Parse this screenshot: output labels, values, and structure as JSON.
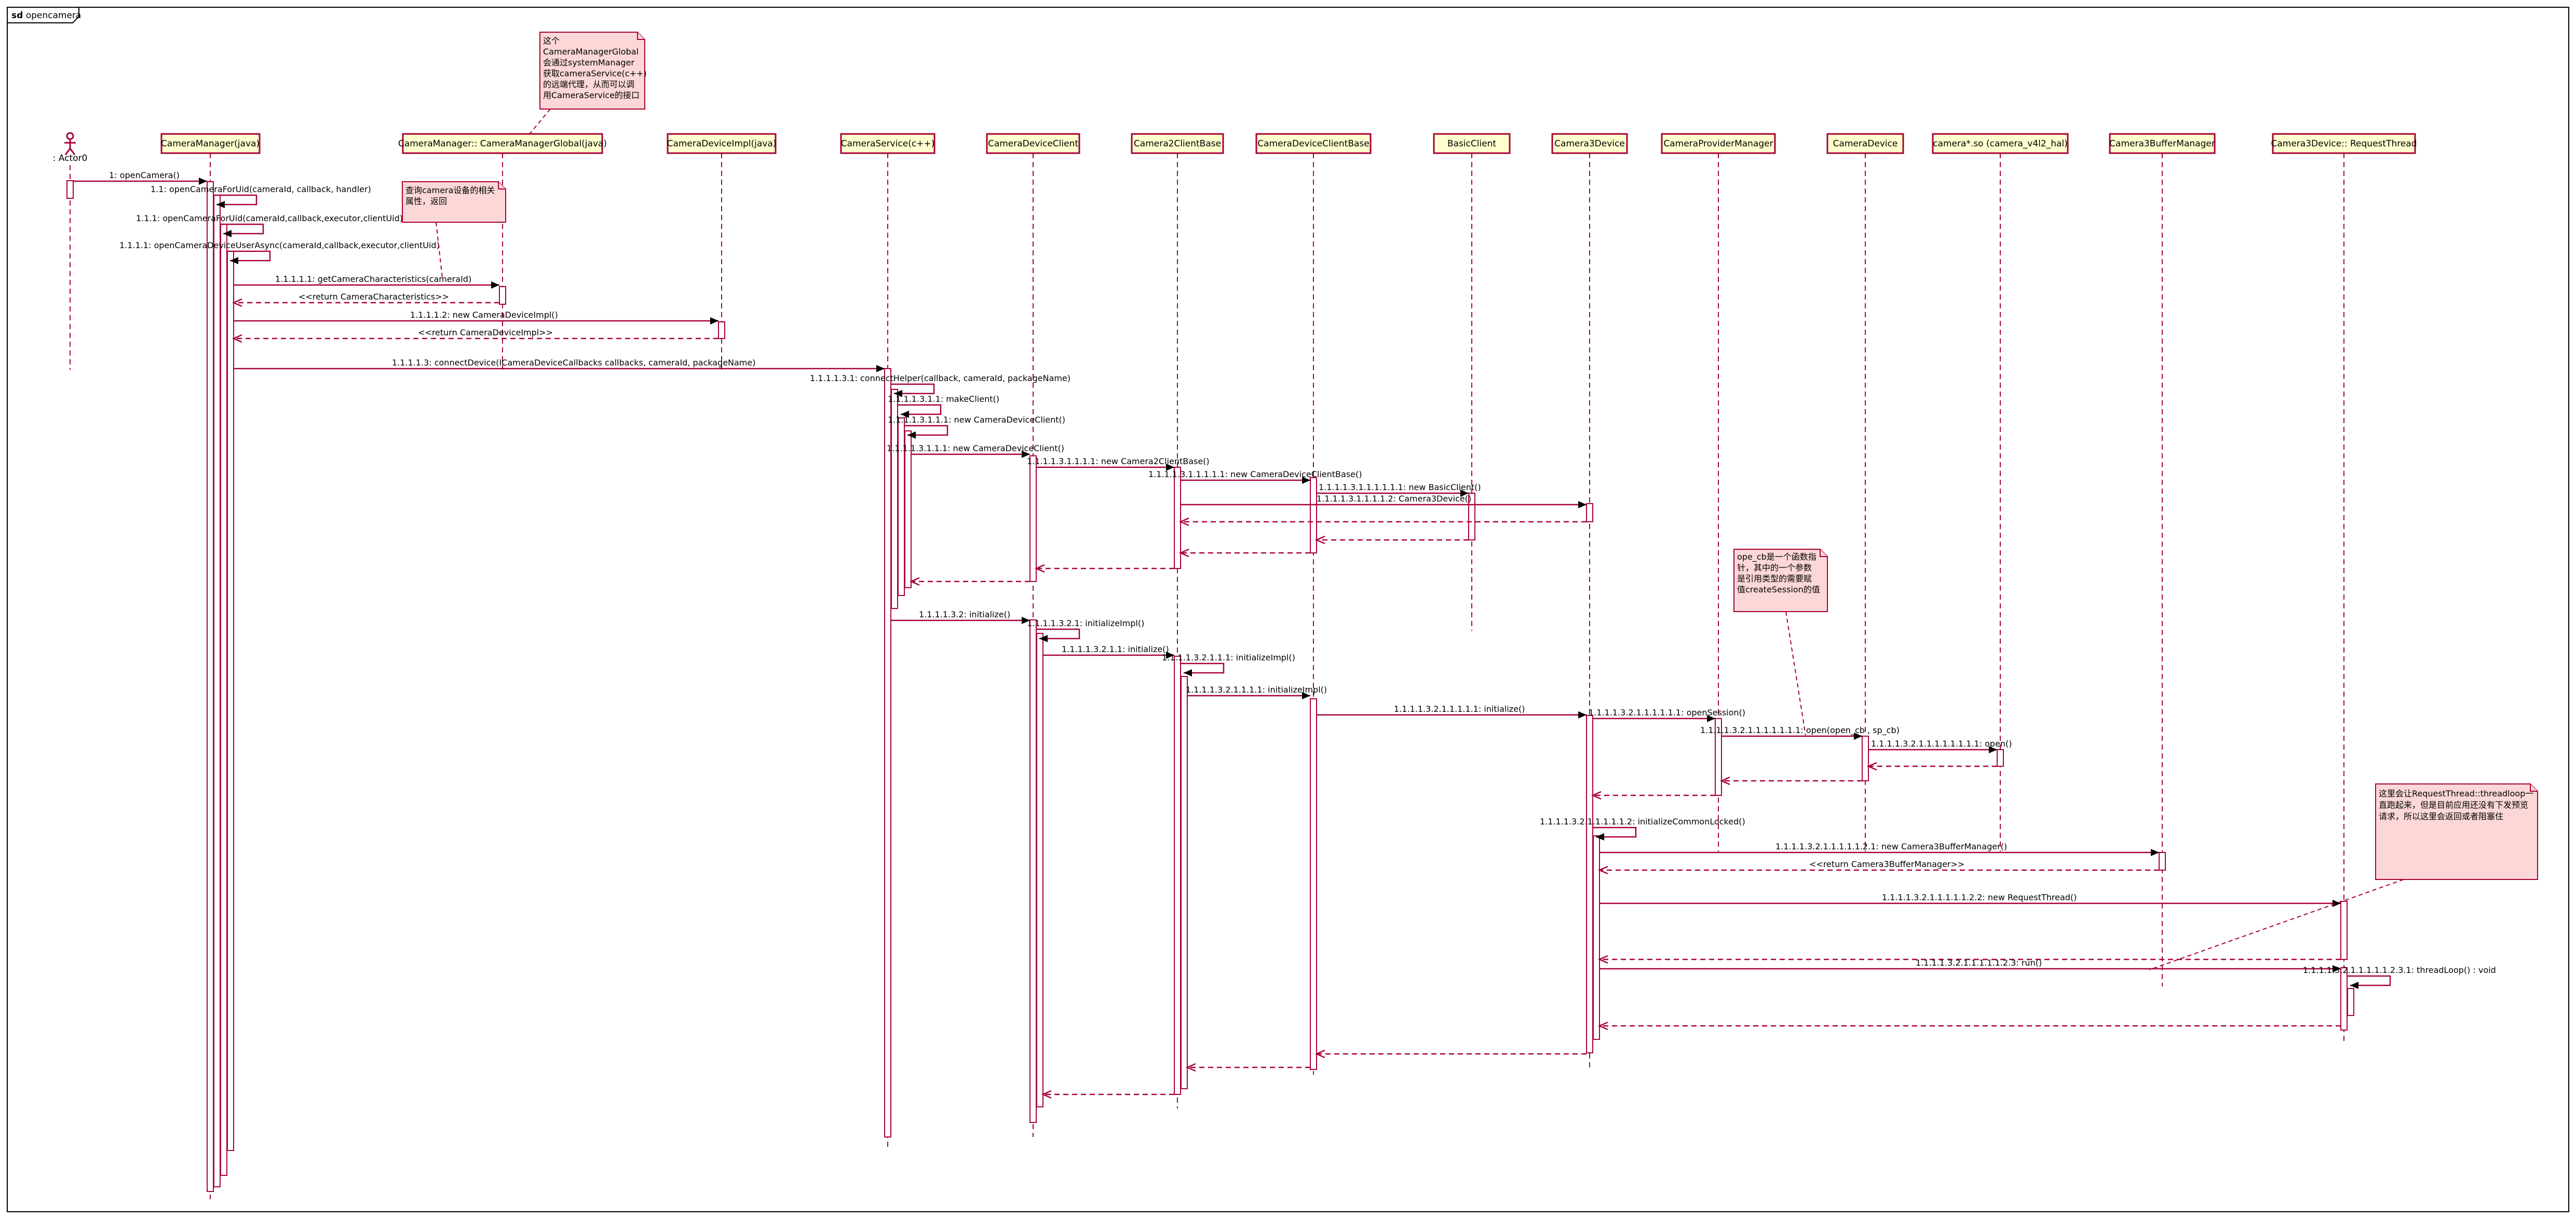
{
  "diagram": {
    "keyword": "sd",
    "name": "opencamera"
  },
  "actor": {
    "label": ": Actor0"
  },
  "participants": [
    {
      "id": "cmj",
      "label": "CameraManager(java)"
    },
    {
      "id": "cmg",
      "label": "CameraManager:: CameraManagerGlobal(java)"
    },
    {
      "id": "cdi",
      "label": "CameraDeviceImpl(java)"
    },
    {
      "id": "cs",
      "label": "CameraService(c++)"
    },
    {
      "id": "cdc",
      "label": "CameraDeviceClient"
    },
    {
      "id": "c2c",
      "label": "Camera2ClientBase"
    },
    {
      "id": "cdcb",
      "label": "CameraDeviceClientBase"
    },
    {
      "id": "bc",
      "label": "BasicClient"
    },
    {
      "id": "c3d",
      "label": "Camera3Device"
    },
    {
      "id": "cpm",
      "label": "CameraProviderManager"
    },
    {
      "id": "cd",
      "label": "CameraDevice"
    },
    {
      "id": "hal",
      "label": "camera*.so (camera_v4l2_hal)"
    },
    {
      "id": "c3bm",
      "label": "Camera3BufferManager"
    },
    {
      "id": "rt",
      "label": "Camera3Device:: RequestThread"
    }
  ],
  "messages": [
    "1: openCamera()",
    "1.1: openCameraForUid(cameraId, callback, handler)",
    "1.1.1: openCameraForUid(cameraId,callback,executor,clientUid)",
    "1.1.1.1: openCameraDeviceUserAsync(cameraId,callback,executor,clientUid)",
    "1.1.1.1.1: getCameraCharacteristics(cameraId)",
    "<<return CameraCharacteristics>>",
    "1.1.1.1.2: new CameraDeviceImpl()",
    "<<return CameraDeviceImpl>>",
    "1.1.1.1.3: connectDevice(ICameraDeviceCallbacks callbacks, cameraId, packageName)",
    "1.1.1.1.3.1: connectHelper(callback, cameraId, packageName)",
    "1.1.1.1.3.1.1: makeClient()",
    "1.1.1.1.3.1.1.1: new CameraDeviceClient()",
    "1.1.1.1.3.1.1.1.1: new Camera2ClientBase()",
    "1.1.1.1.3.1.1.1.1.1: new CameraDeviceClientBase()",
    "1.1.1.1.3.1.1.1.1.1.1: new BasicClient()",
    "1.1.1.1.3.1.1.1.1.2: Camera3Device()",
    "1.1.1.1.3.2: initialize()",
    "1.1.1.1.3.2.1: initializeImpl()",
    "1.1.1.1.3.2.1.1: initialize()",
    "1.1.1.1.3.2.1.1.1: initializeImpl()",
    "1.1.1.1.3.2.1.1.1.1: initializeImpl()",
    "1.1.1.1.3.2.1.1.1.1.1: initialize()",
    "1.1.1.1.3.2.1.1.1.1.1.1: openSession()",
    "1.1.1.1.3.2.1.1.1.1.1.1.1: open(open_cb , sp_cb)",
    "1.1.1.1.3.2.1.1.1.1.1.1.1.1: open()",
    "1.1.1.1.3.2.1.1.1.1.1.2: initializeCommonLocked()",
    "1.1.1.1.3.2.1.1.1.1.1.2.1: new Camera3BufferManager()",
    "<<return Camera3BufferManager>>",
    "1.1.1.1.3.2.1.1.1.1.1.2.2: new RequestThread()",
    "1.1.1.1.3.2.1.1.1.1.1.2.3: run()",
    "1.1.1.1.3.2.1.1.1.1.1.2.3.1: threadLoop() : void"
  ],
  "notes": {
    "n1": [
      "这个",
      "CameraManagerGlobal",
      "会通过systemManager",
      "获取cameraService(c++)",
      "的远端代理，从而可以调",
      "用CameraService的接口"
    ],
    "n2": [
      "查询camera设备的相关",
      "属性，返回"
    ],
    "n3": [
      "ope_cb是一个函数指",
      "针，其中的一个参数",
      "是引用类型的需要赋",
      "值createSession的值"
    ],
    "n4": [
      "这里会让RequestThread::threadloop一",
      "直跑起来，但是目前应用还没有下发预览",
      "请求，所以这里会返回或者阻塞住"
    ]
  }
}
